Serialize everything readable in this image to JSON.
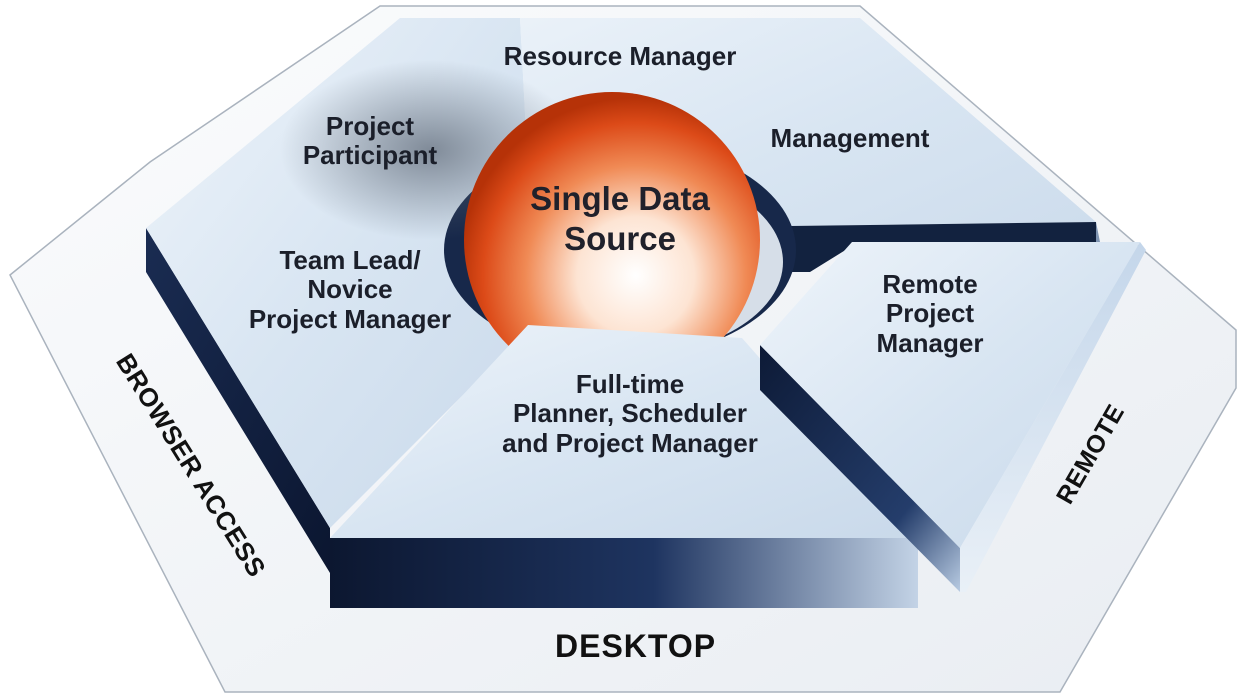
{
  "diagram": {
    "zones": {
      "browser_access": "BROWSER ACCESS",
      "desktop": "DESKTOP",
      "remote": "REMOTE"
    },
    "center": {
      "line1": "Single Data",
      "line2": "Source"
    },
    "roles": {
      "resource_manager": "Resource Manager",
      "management": "Management",
      "project_participant": {
        "line1": "Project",
        "line2": "Participant"
      },
      "team_lead": {
        "line1": "Team Lead/",
        "line2": "Novice",
        "line3": "Project Manager"
      },
      "full_time": {
        "line1": "Full-time",
        "line2": "Planner, Scheduler",
        "line3": "and Project Manager"
      },
      "remote_pm": {
        "line1": "Remote",
        "line2": "Project",
        "line3": "Manager"
      }
    },
    "colors": {
      "outer_plate": "#f3f5f8",
      "slab_top": "#dbe7f3",
      "slab_side_dark": "#0f1b34",
      "sphere_orange": "#e2531f",
      "sphere_highlight": "#ffffff"
    }
  }
}
